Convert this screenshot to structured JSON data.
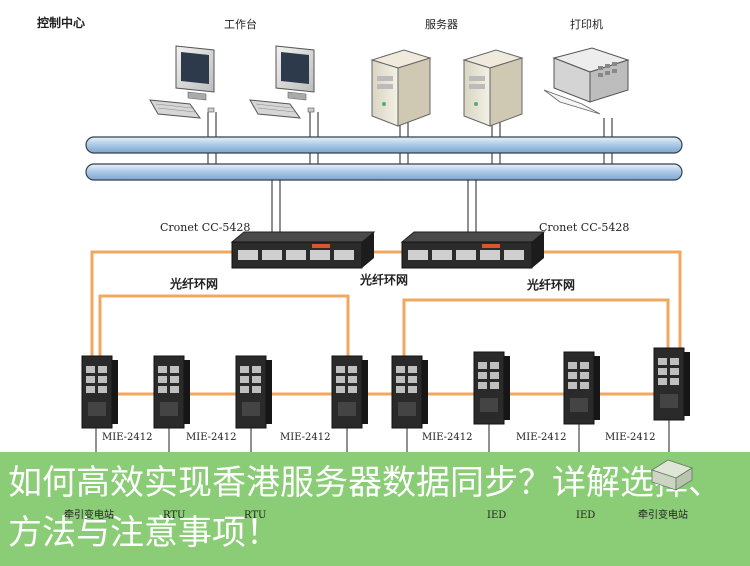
{
  "labels": {
    "control_center": "控制中心",
    "workstation": "工作台",
    "server": "服务器",
    "printer": "打印机",
    "switch_left": "Cronet CC-5428",
    "switch_right": "Cronet CC-5428",
    "ring_center": "光纤环网",
    "ring_left": "光纤环网",
    "ring_right": "光纤环网",
    "mie": [
      "MIE-2412",
      "MIE-2412",
      "MIE-2412",
      "MIE-2412",
      "MIE-2412",
      "MIE-2412"
    ],
    "bottom": [
      "牵引变电站",
      "RTU",
      "RTU",
      "IED",
      "IED",
      "牵引变电站"
    ]
  },
  "colors": {
    "fiber": "#f0a860",
    "bus": "#b9d3ea",
    "bus_stroke": "#33414f",
    "banner_text": "#ffffff"
  },
  "banner": {
    "text": "如何高效实现香港服务器数据同步？详解选择、方法与注意事项！"
  }
}
